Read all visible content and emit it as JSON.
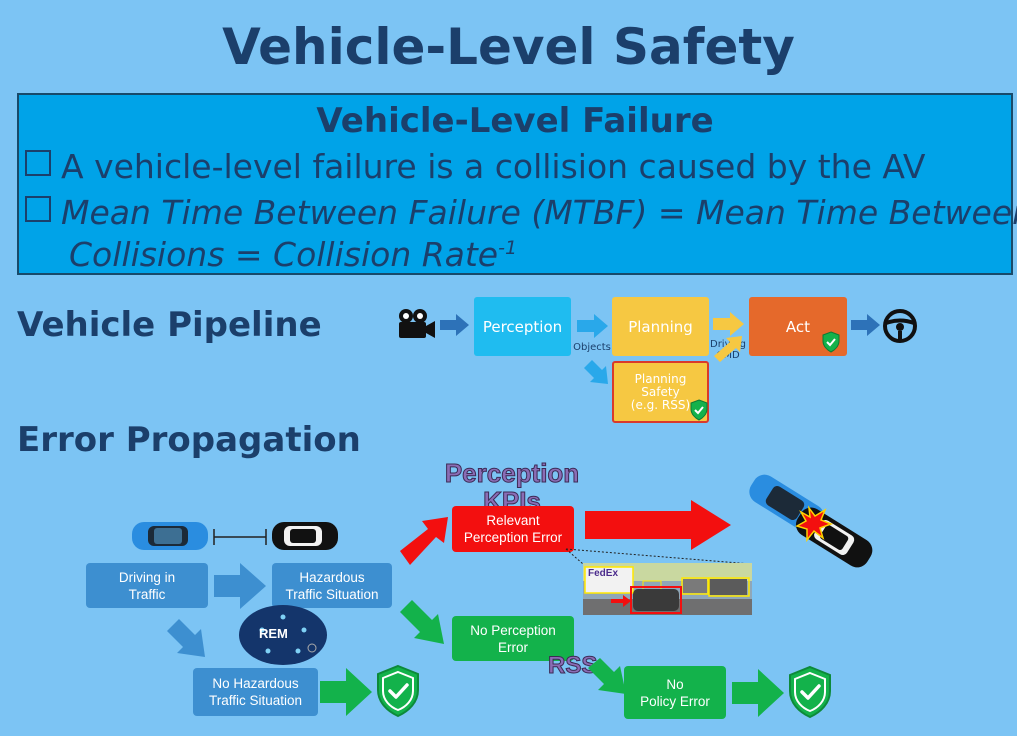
{
  "title": "Vehicle-Level Safety",
  "failure": {
    "heading": "Vehicle-Level Failure",
    "bullet1": "A vehicle-level failure is a collision caused by the AV",
    "bullet2_line1": "Mean Time Between Failure (MTBF) = Mean Time Between",
    "bullet2_line2": "Collisions = Collision Rate",
    "bullet2_sup": "-1"
  },
  "pipeline": {
    "heading": "Vehicle Pipeline",
    "perception": "Perception",
    "planning": "Planning",
    "act": "Act",
    "objects_label": "Objects",
    "driving_cmd_line1": "Driving",
    "driving_cmd_line2": "CMD",
    "safety_line1": "Planning",
    "safety_line2": "Safety",
    "safety_line3": "(e.g. RSS)"
  },
  "errors": {
    "heading": "Error Propagation",
    "perception_kpis_line1": "Perception",
    "perception_kpis_line2": "KPIs",
    "driving_line1": "Driving in",
    "driving_line2": "Traffic",
    "hazard_line1": "Hazardous",
    "hazard_line2": "Traffic Situation",
    "no_hazard_line1": "No Hazardous",
    "no_hazard_line2": "Traffic Situation",
    "relevant_line1": "Relevant",
    "relevant_line2": "Perception Error",
    "no_perception_line1": "No Perception",
    "no_perception_line2": "Error",
    "rss_label": "RSS",
    "no_policy_line1": "No",
    "no_policy_line2": "Policy Error",
    "rem_label": "REM",
    "fedex_label": "FedEx"
  },
  "colors": {
    "background": "#7cc4f4",
    "perception": "#1fbcf0",
    "planning": "#f6c842",
    "act": "#e5692b",
    "flow_blue": "#3d8fd0",
    "error_red": "#f30f0f",
    "ok_green": "#13b24b"
  }
}
